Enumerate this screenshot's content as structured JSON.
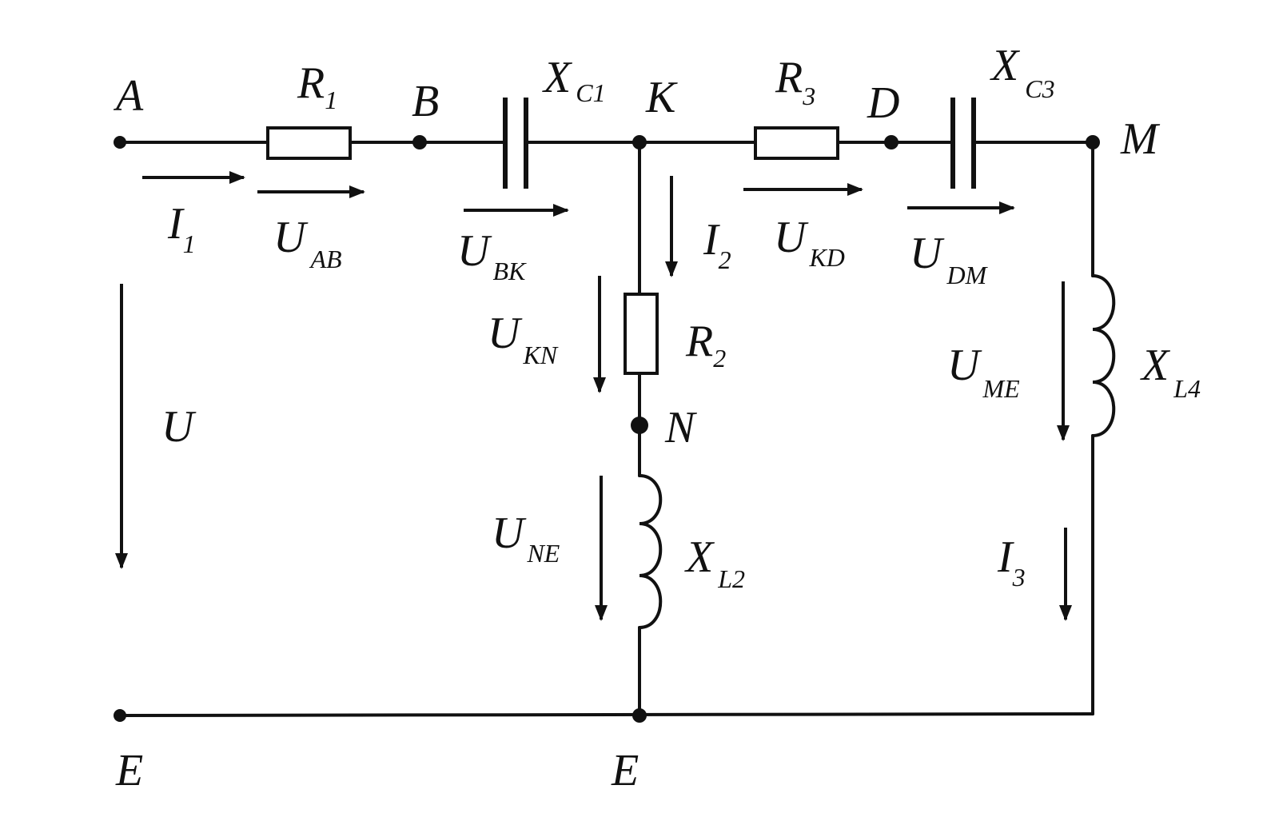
{
  "nodes": {
    "A": "A",
    "B": "B",
    "K": "K",
    "D": "D",
    "M": "M",
    "N": "N",
    "E_left": "E",
    "E_mid": "E"
  },
  "components": {
    "R1": {
      "main": "R",
      "sub": "1"
    },
    "XC1": {
      "main": "X",
      "sub": "C1"
    },
    "R3": {
      "main": "R",
      "sub": "3"
    },
    "XC3": {
      "main": "X",
      "sub": "C3"
    },
    "R2": {
      "main": "R",
      "sub": "2"
    },
    "XL2": {
      "main": "X",
      "sub": "L2"
    },
    "XL4": {
      "main": "X",
      "sub": "L4"
    }
  },
  "currents": {
    "I1": {
      "main": "I",
      "sub": "1"
    },
    "I2": {
      "main": "I",
      "sub": "2"
    },
    "I3": {
      "main": "I",
      "sub": "3"
    }
  },
  "voltages": {
    "U": {
      "main": "U",
      "sub": ""
    },
    "UAB": {
      "main": "U",
      "sub": "AB"
    },
    "UBK": {
      "main": "U",
      "sub": "BK"
    },
    "UKD": {
      "main": "U",
      "sub": "KD"
    },
    "UDM": {
      "main": "U",
      "sub": "DM"
    },
    "UKN": {
      "main": "U",
      "sub": "KN"
    },
    "UNE": {
      "main": "U",
      "sub": "NE"
    },
    "UME": {
      "main": "U",
      "sub": "ME"
    }
  }
}
